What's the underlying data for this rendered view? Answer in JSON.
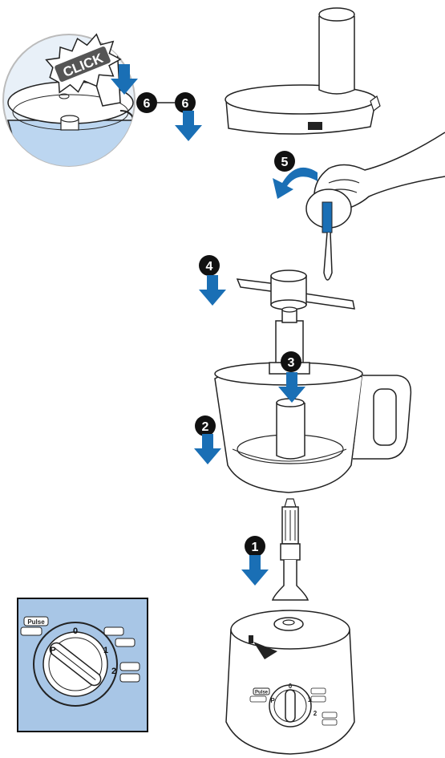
{
  "steps": [
    {
      "number": "1"
    },
    {
      "number": "2"
    },
    {
      "number": "3"
    },
    {
      "number": "4"
    },
    {
      "number": "5"
    },
    {
      "number": "6"
    }
  ],
  "callout": {
    "click_text": "CLICK",
    "step_number": "6"
  },
  "control_panel": {
    "pulse_label": "Pulse",
    "speed_0": "0",
    "speed_1": "1",
    "speed_2": "2",
    "speed_p": "P"
  },
  "base_panel": {
    "pulse_label": "Pulse",
    "speed_0": "0",
    "speed_1": "1",
    "speed_2": "2",
    "speed_p": "P"
  },
  "colors": {
    "arrow_blue": "#1a6fb5",
    "panel_blue": "#a8c6e6",
    "water_blue": "#bcd6f0",
    "step_badge": "#111111",
    "outline": "#222222"
  }
}
